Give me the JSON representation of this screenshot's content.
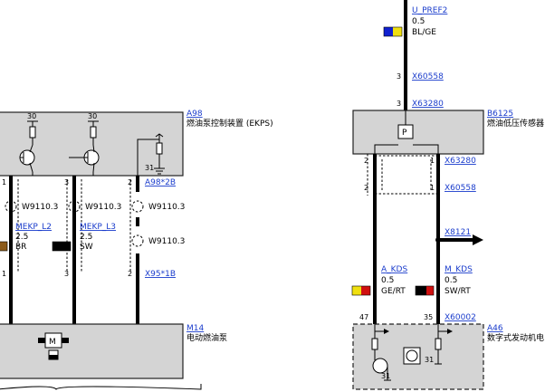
{
  "left": {
    "a98": {
      "code": "A98",
      "name": "燃油泵控制装置 (EKPS)",
      "pin_label": "A98*2B"
    },
    "v30a": "30",
    "v30b": "30",
    "ground": "31",
    "pins_top": [
      "1",
      "3",
      "2"
    ],
    "pins_bottom": [
      "1",
      "3",
      "2"
    ],
    "w9110": [
      "W9110.3",
      "W9110.3",
      "W9110.3"
    ],
    "wire_l2": {
      "name": "MEKP_L2",
      "size": "2.5",
      "color": "BR",
      "swatch": "#8b5a1a"
    },
    "wire_l3": {
      "name": "MEKP_L3",
      "size": "2.5",
      "color": "SW",
      "swatch": "#000000"
    },
    "x95": "X95*1B",
    "m14": {
      "code": "M14",
      "name": "电动燃油泵",
      "motor_letter": "M"
    }
  },
  "right": {
    "u_pref2": {
      "name": "U_PREF2",
      "size": "0.5",
      "color": "BL/GE",
      "swatch_a": "#1020d0",
      "swatch_b": "#f0e010"
    },
    "x60558_top": {
      "pin": "3",
      "label": "X60558"
    },
    "x63280_top": {
      "pin": "3",
      "label": "X63280"
    },
    "b6125": {
      "code": "B6125",
      "name": "燃油低压传感器",
      "inner": "P"
    },
    "sensor_pins": [
      "2",
      "1"
    ],
    "x63280_mid": "X63280",
    "x60558_mid": {
      "pin_left": "2",
      "pin_right": "1",
      "label": "X60558"
    },
    "x8121": "X8121",
    "a_kds": {
      "name": "A_KDS",
      "size": "0.5",
      "color": "GE/RT",
      "swatch_a": "#f0e010",
      "swatch_b": "#d01010"
    },
    "m_kds": {
      "name": "M_KDS",
      "size": "0.5",
      "color": "SW/RT",
      "swatch_a": "#000000",
      "swatch_b": "#d01010"
    },
    "x60002": {
      "pin_left": "47",
      "pin_right": "35",
      "label": "X60002"
    },
    "a46": {
      "code": "A46",
      "name": "数字式发动机电"
    },
    "grounds": [
      "31",
      "31"
    ]
  }
}
